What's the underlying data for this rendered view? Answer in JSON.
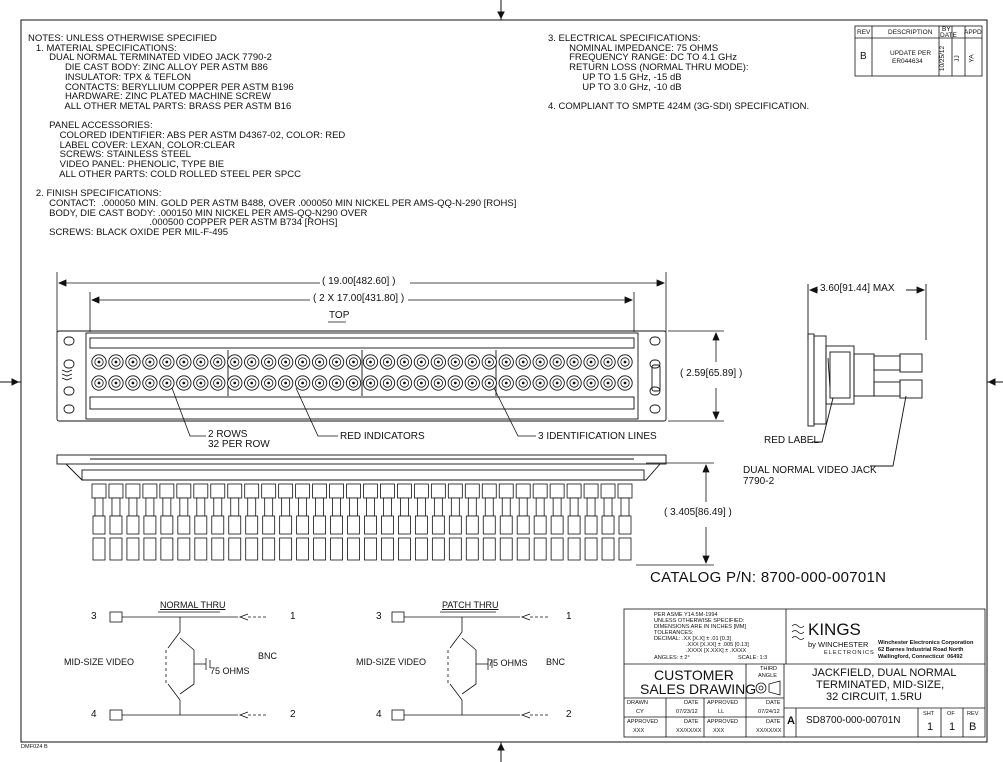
{
  "notes": {
    "lines": [
      "NOTES: UNLESS OTHERWISE SPECIFIED",
      "   1. MATERIAL SPECIFICATIONS:",
      "        DUAL NORMAL TERMINATED VIDEO JACK 7790-2",
      "              DIE CAST BODY: ZINC ALLOY PER ASTM B86",
      "              INSULATOR: TPX & TEFLON",
      "              CONTACTS: BERYLLIUM COPPER PER ASTM B196",
      "              HARDWARE: ZINC PLATED MACHINE SCREW",
      "              ALL OTHER METAL PARTS: BRASS PER ASTM B16",
      "",
      "        PANEL ACCESSORIES:",
      "            COLORED IDENTIFIER: ABS PER ASTM D4367-02, COLOR: RED",
      "            LABEL COVER: LEXAN, COLOR:CLEAR",
      "            SCREWS: STAINLESS STEEL",
      "            VIDEO PANEL: PHENOLIC, TYPE BIE",
      "            ALL OTHER PARTS: COLD ROLLED STEEL PER SPCC",
      "",
      "   2. FINISH SPECIFICATIONS:",
      "        CONTACT:  .000050 MIN. GOLD PER ASTM B488, OVER .000050 MIN NICKEL PER AMS-QQ-N-290 [ROHS]",
      "        BODY, DIE CAST BODY: .000150 MIN NICKEL PER AMS-QQ-N290 OVER",
      "                                              .000500 COPPER PER ASTM B734 [ROHS]",
      "        SCREWS: BLACK OXIDE PER MIL-F-495"
    ]
  },
  "electrical": {
    "lines": [
      "3. ELECTRICAL SPECIFICATIONS:",
      "        NOMINAL IMPEDANCE: 75 OHMS",
      "        FREQUENCY RANGE: DC TO 4.1 GHz",
      "        RETURN LOSS (NORMAL THRU MODE):",
      "             UP TO 1.5 GHz, -15 dB",
      "             UP TO 3.0 GHz, -10 dB",
      "",
      "4. COMPLIANT TO SMPTE 424M (3G-SDI) SPECIFICATION."
    ]
  },
  "revision": {
    "headers": [
      "REV",
      "DESCRIPTION",
      "BY",
      "DATE",
      "APPD"
    ],
    "rev": "B",
    "description_1": "UPDATE PER",
    "description_2": "ER044634",
    "by": "JJ",
    "date": "10/25/12",
    "appd": "YA"
  },
  "front_view": {
    "overall_dim": "19.00",
    "overall_dim_mm": "482.60",
    "inner_dim": "2 X 17.00",
    "inner_dim_mm": "431.80",
    "top_label": "TOP",
    "height_dim": "2.59",
    "height_dim_mm": "65.89",
    "jack_columns": 32,
    "jack_rows": 2,
    "callout_rows": "2 ROWS",
    "callout_per_row": "32 PER ROW",
    "callout_red": "RED INDICATORS",
    "callout_id": "3 IDENTIFICATION LINES"
  },
  "side_view": {
    "depth_dim": "3.60",
    "depth_dim_mm": "91.44",
    "depth_suffix": "MAX",
    "red_label": "RED LABEL",
    "jack_label": "DUAL NORMAL VIDEO JACK",
    "jack_part": "7790-2"
  },
  "rear_view": {
    "height_dim": "3.405",
    "height_dim_mm": "86.49"
  },
  "catalog": "CATALOG P/N: 8700-000-00701N",
  "schematics": [
    {
      "title": "NORMAL THRU",
      "left_label": "MID-SIZE VIDEO",
      "right_label": "BNC",
      "pin_tl": "3",
      "pin_tr": "1",
      "pin_bl": "4",
      "pin_br": "2",
      "ohms": "75 OHMS"
    },
    {
      "title": "PATCH THRU",
      "left_label": "MID-SIZE VIDEO",
      "right_label": "BNC",
      "pin_tl": "3",
      "pin_tr": "1",
      "pin_bl": "4",
      "pin_br": "2",
      "ohms": "75 OHMS"
    }
  ],
  "title_block": {
    "tol_1": "PER ASME Y14.5M-1994",
    "tol_2": "UNLESS OTHERWISE SPECIFIED:",
    "tol_3": "DIMENSIONS ARE IN INCHES [MM]",
    "tol_4": "TOLERANCES:",
    "tol_5": "DECIMAL: .XX [X.X] ± .01 [0.3]",
    "tol_6": ".XXX [X.XX] ± .005 [0.13]",
    "tol_7": ".XXXX [X.XXX] ± .XXXX",
    "angles": "ANGLES: ± 2°",
    "scale": "SCALE: 1:3",
    "brand": "KINGS",
    "brand_by": "by WINCHESTER",
    "brand_sub": "ELECTRONICS",
    "company_1": "Winchester Electronics Corporation",
    "company_2": "62 Barnes Industrial Road North",
    "company_3": "Wallingford, Connecticut  06492",
    "customer_1": "CUSTOMER",
    "customer_2": "SALES DRAWING",
    "third_angle_1": "THIRD",
    "third_angle_2": "ANGLE",
    "desc_1": "JACKFIELD, DUAL NORMAL",
    "desc_2": "TERMINATED, MID-SIZE,",
    "desc_3": "32 CIRCUIT, 1.5RU",
    "drawn": "DRAWN",
    "drawn_by": "CY",
    "drawn_date": "07/23/12",
    "approved": "APPROVED",
    "approved_by": "LL",
    "approved_date": "07/24/12",
    "approved2_by": "XXX",
    "approved2_date": "XX/XX/XX",
    "approved3_by": "XXX",
    "approved3_date": "XX/XX/XX",
    "date_label": "DATE",
    "size": "A",
    "dwg_no": "SD8700-000-00701N",
    "sht_label": "SHT",
    "of_label": "OF",
    "rev_label": "REV",
    "sht": "1",
    "of": "1",
    "rev": "B"
  },
  "corner_code": "DMF024 B",
  "colors": {
    "line": "#111111",
    "fill": "#ffffff"
  }
}
